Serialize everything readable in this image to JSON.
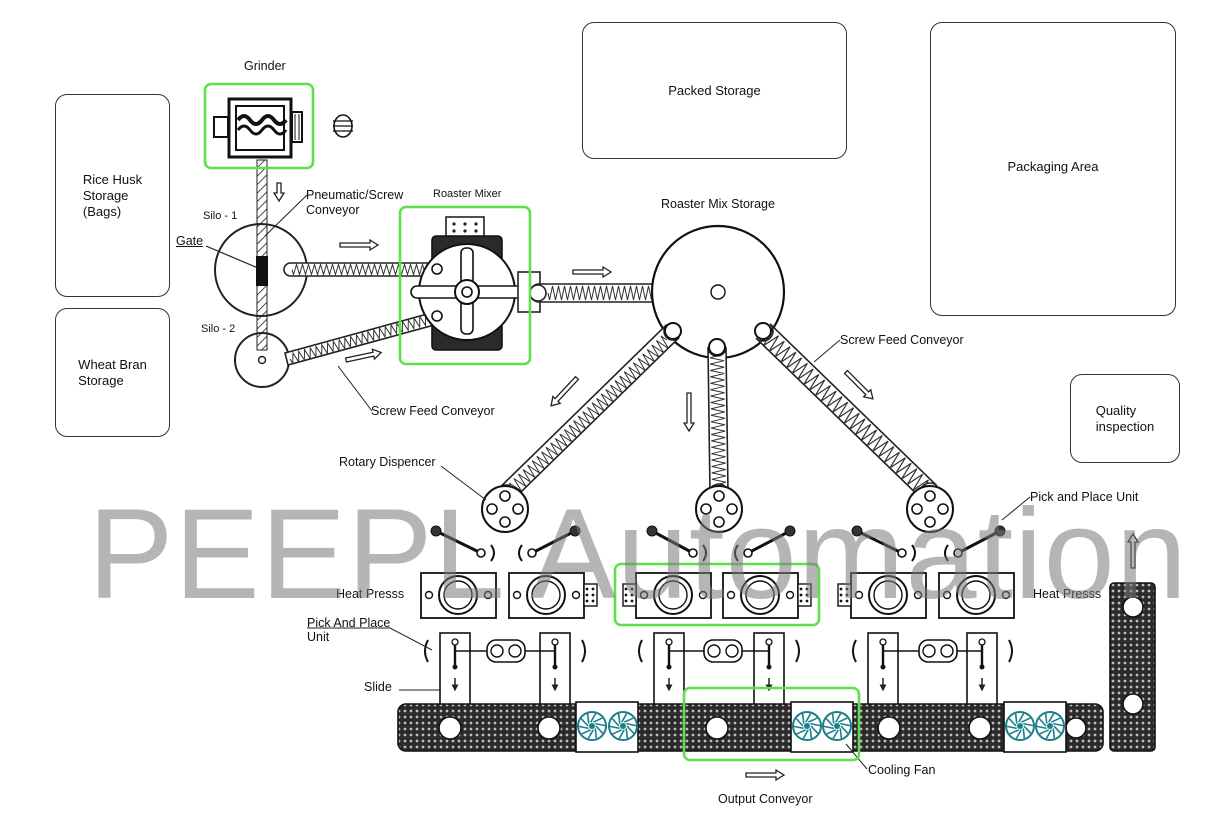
{
  "storage": {
    "rice_husk": "Rice Husk\nStorage\n(Bags)",
    "wheat_bran": "Wheat Bran\nStorage",
    "packed": "Packed Storage",
    "packaging": "Packaging Area",
    "quality": "Quality\ninspection"
  },
  "labels": {
    "grinder": "Grinder",
    "silo1": "Silo - 1",
    "silo2": "Silo - 2",
    "gate": "Gate",
    "pneumatic": "Pneumatic/Screw\nConveyor",
    "roaster_mixer": "Roaster Mixer",
    "roaster_mix_storage": "Roaster Mix Storage",
    "screw_feed_top": "Screw Feed Conveyor",
    "screw_feed_bottom": "Screw Feed Conveyor",
    "rotary": "Rotary Dispencer",
    "pick_place_right": "Pick and Place Unit",
    "heat_press_left": "Heat Presss",
    "heat_press_right": "Heat Presss",
    "pick_place_left": "Pick And Place\nUnit",
    "slide": "Slide",
    "cooling_fan": "Cooling Fan",
    "output_conveyor": "Output Conveyor"
  },
  "watermark": "PEEPL Automation",
  "colors": {
    "highlight": "#5ee04a",
    "line": "#222222",
    "conveyor": "#2a2a2a",
    "fan": "#1a7f8a"
  }
}
